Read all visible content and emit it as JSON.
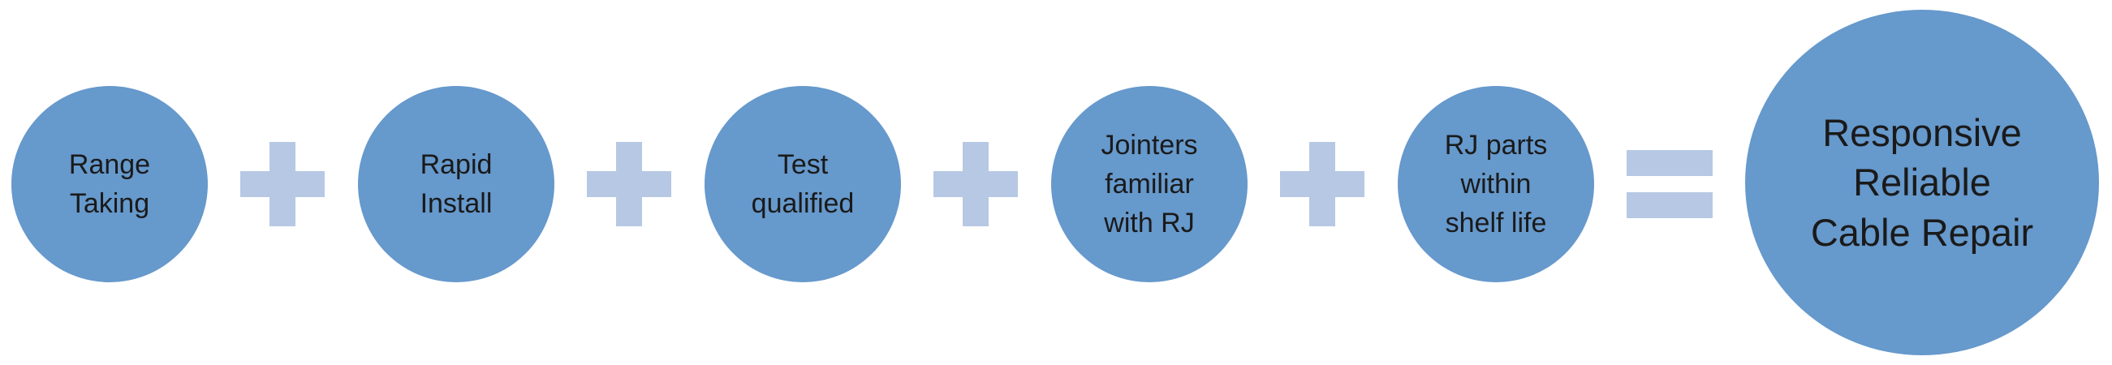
{
  "colors": {
    "circle_fill": "#6699cc",
    "operator_fill": "#b7c8e4",
    "text": "#1a1a1a",
    "background": "#ffffff"
  },
  "nodes": [
    {
      "label": "Range\nTaking"
    },
    {
      "label": "Rapid\nInstall"
    },
    {
      "label": "Test\nqualified"
    },
    {
      "label": "Jointers\nfamiliar\nwith RJ"
    },
    {
      "label": "RJ parts\nwithin\nshelf life"
    }
  ],
  "operators": [
    "plus-icon",
    "plus-icon",
    "plus-icon",
    "plus-icon",
    "equals-icon"
  ],
  "result": {
    "label": "Responsive\nReliable\nCable Repair"
  }
}
